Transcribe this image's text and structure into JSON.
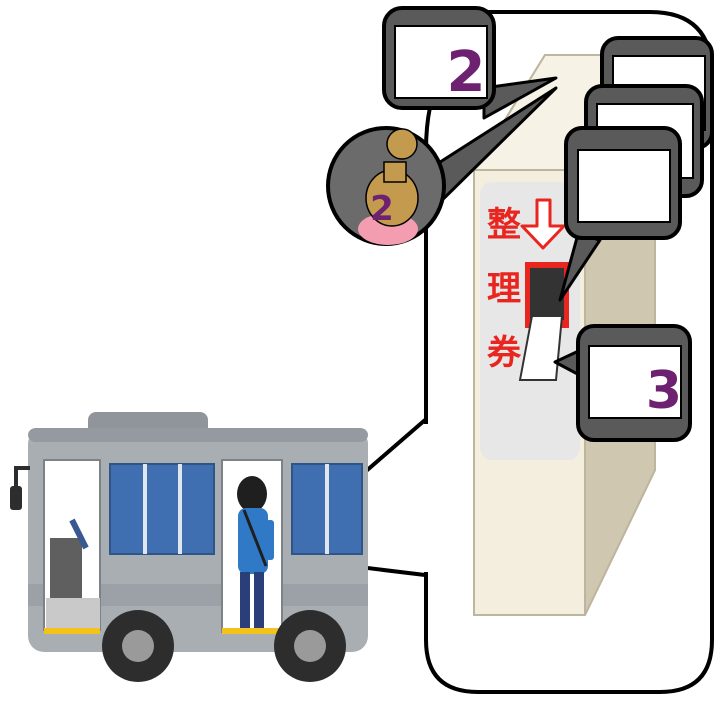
{
  "ticket_machine": {
    "label_chars": [
      "整",
      "理",
      "券"
    ]
  },
  "callouts": {
    "top_left_number": "2",
    "stamp_number": "2",
    "right_number": "3"
  },
  "colors": {
    "accent_red": "#e8251f",
    "number_purple": "#6d2170",
    "frame_dark": "#3d3d3d",
    "bus_body": "#a9aeb3",
    "bus_window": "#3f6fb0",
    "machine_body": "#f3eedd"
  },
  "icons": [
    "bus-icon",
    "passenger-icon",
    "stamp-icon",
    "down-arrow-icon"
  ]
}
